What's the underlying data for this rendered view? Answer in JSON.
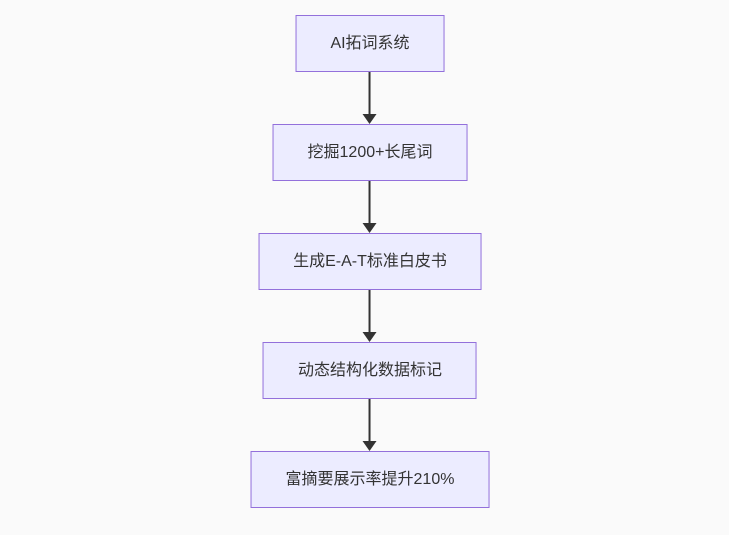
{
  "page": {
    "background": "#fafafa"
  },
  "flowchart": {
    "type": "flowchart",
    "direction": "top-down",
    "style": {
      "node_fill": "#ECECFF",
      "node_border": "#9370DB",
      "node_text_color": "#333333",
      "arrow_color": "#333333"
    },
    "nodes": [
      {
        "id": "n1",
        "label": "AI拓词系统"
      },
      {
        "id": "n2",
        "label": "挖掘1200+长尾词"
      },
      {
        "id": "n3",
        "label": "生成E-A-T标准白皮书"
      },
      {
        "id": "n4",
        "label": "动态结构化数据标记"
      },
      {
        "id": "n5",
        "label": "富摘要展示率提升210%"
      }
    ],
    "edges": [
      {
        "from": "n1",
        "to": "n2"
      },
      {
        "from": "n2",
        "to": "n3"
      },
      {
        "from": "n3",
        "to": "n4"
      },
      {
        "from": "n4",
        "to": "n5"
      }
    ]
  }
}
